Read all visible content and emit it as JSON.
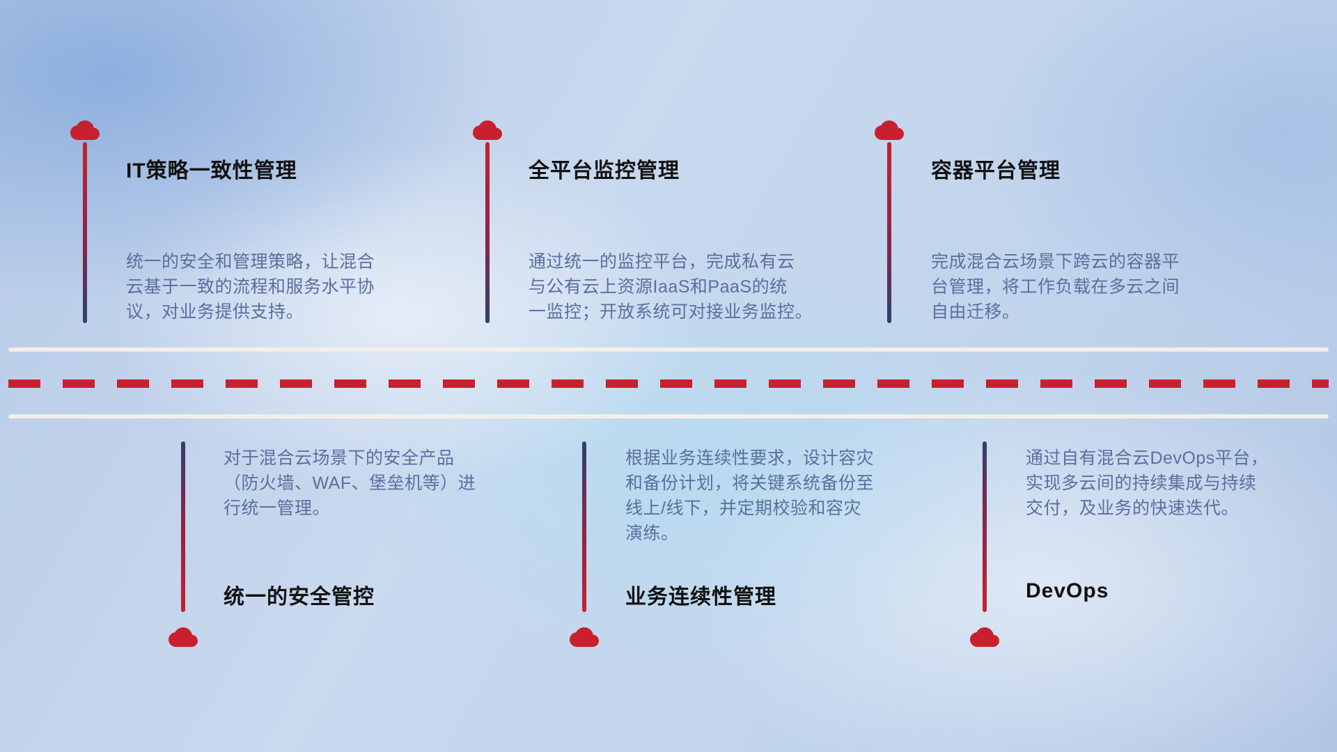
{
  "top_items": [
    {
      "title": "IT策略一致性管理",
      "desc": "统一的安全和管理策略，让混合\n云基于一致的流程和服务水平协\n议，对业务提供支持。"
    },
    {
      "title": "全平台监控管理",
      "desc": "通过统一的监控平台，完成私有云\n与公有云上资源IaaS和PaaS的统\n一监控；开放系统可对接业务监控。"
    },
    {
      "title": "容器平台管理",
      "desc": "完成混合云场景下跨云的容器平\n台管理，将工作负载在多云之间\n自由迁移。"
    }
  ],
  "bottom_items": [
    {
      "title": "统一的安全管控",
      "desc": "对于混合云场景下的安全产品\n（防火墙、WAF、堡垒机等）进\n行统一管理。"
    },
    {
      "title": "业务连续性管理",
      "desc": "根据业务连续性要求，设计容灾\n和备份计划，将关键系统备份至\n线上/线下，并定期校验和容灾\n演练。"
    },
    {
      "title": "DevOps",
      "desc": "通过自有混合云DevOps平台，\n实现多云间的持续集成与持续\n交付，及业务的快速迭代。"
    }
  ],
  "colors": {
    "accent_red": "#c8202f",
    "line_navy": "#2e3f6e",
    "title_text": "#111111",
    "description_text": "#5a6f9e",
    "road_line": "#f3efe8"
  }
}
